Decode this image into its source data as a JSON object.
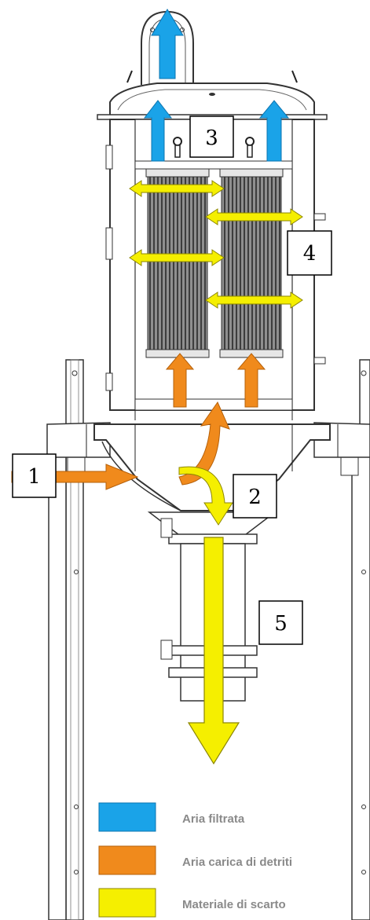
{
  "colors": {
    "filtered_air": "#1aa3e8",
    "debris_air": "#f08a1c",
    "waste": "#f5ef00"
  },
  "callouts": [
    "1",
    "2",
    "3",
    "4",
    "5"
  ],
  "legend": [
    {
      "label": "Aria filtrata",
      "color": "#1aa3e8"
    },
    {
      "label": "Aria carica di detriti",
      "color": "#f08a1c"
    },
    {
      "label": "Materiale di scarto",
      "color": "#f5ef00"
    }
  ]
}
